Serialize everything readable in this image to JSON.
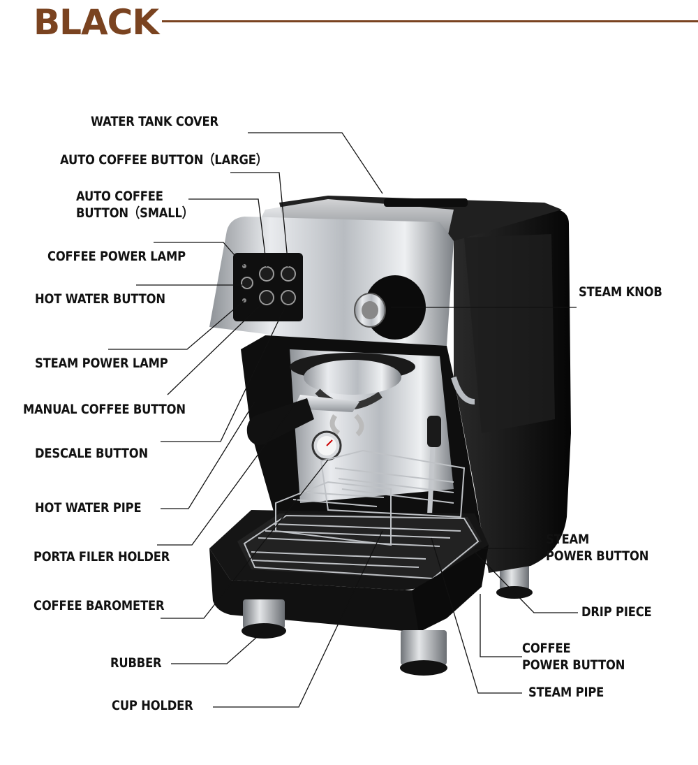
{
  "title": "BLACK",
  "colors": {
    "title": "#7a4320",
    "machine_body": "#141414",
    "stainless": "#c9ccd0",
    "leader_line": "#111111"
  },
  "labels": {
    "water_tank_cover": "WATER TANK COVER",
    "auto_coffee_large": "AUTO COFFEE BUTTON（LARGE）",
    "auto_coffee_small_l1": "AUTO COFFEE",
    "auto_coffee_small_l2": "BUTTON（SMALL）",
    "coffee_power_lamp": "COFFEE POWER LAMP",
    "hot_water_button": "HOT WATER BUTTON",
    "steam_power_lamp": "STEAM POWER LAMP",
    "manual_coffee_button": "MANUAL COFFEE BUTTON",
    "descale_button": "DESCALE BUTTON",
    "hot_water_pipe": "HOT WATER PIPE",
    "porta_filer_holder": "PORTA FILER HOLDER",
    "coffee_barometer": "COFFEE BAROMETER",
    "rubber": "RUBBER",
    "cup_holder": "CUP HOLDER",
    "steam_knob": "STEAM KNOB",
    "steam_power_button_l1": "STEAM",
    "steam_power_button_l2": "POWER BUTTON",
    "drip_piece": "DRIP PIECE",
    "coffee_power_button_l1": "COFFEE",
    "coffee_power_button_l2": "POWER BUTTON",
    "steam_pipe": "STEAM PIPE"
  }
}
